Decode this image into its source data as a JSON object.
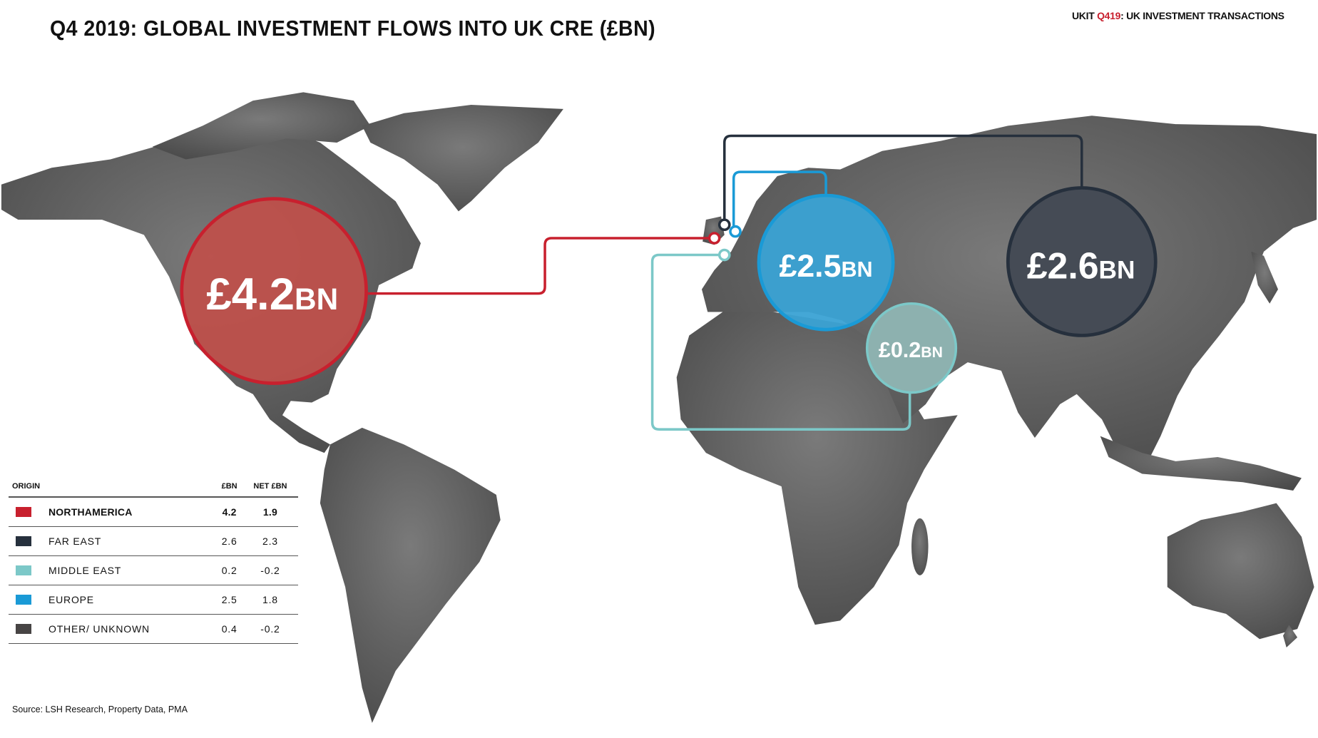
{
  "header": {
    "title": "Q4 2019: GLOBAL INVESTMENT FLOWS INTO UK CRE (£BN)",
    "report_prefix": "UKIT ",
    "report_quarter": "Q419",
    "report_suffix": ": UK INVESTMENT TRANSACTIONS"
  },
  "bubbles": [
    {
      "region": "North America",
      "amount": "£4.2",
      "unit": "BN",
      "color": "#c8202e"
    },
    {
      "region": "Europe",
      "amount": "£2.5",
      "unit": "BN",
      "color": "#1a9ad6"
    },
    {
      "region": "Middle East",
      "amount": "£0.2",
      "unit": "BN",
      "color": "#7cc8c8"
    },
    {
      "region": "Far East",
      "amount": "£2.6",
      "unit": "BN",
      "color": "#26303d"
    }
  ],
  "legend": {
    "headers": {
      "origin": "ORIGIN",
      "bn": "£BN",
      "net": "NET £BN"
    },
    "rows": [
      {
        "origin": "NORTHAMERICA",
        "bn": "4.2",
        "net": "1.9",
        "color": "#c8202e"
      },
      {
        "origin": "FAR EAST",
        "bn": "2.6",
        "net": "2.3",
        "color": "#26303d"
      },
      {
        "origin": "MIDDLE EAST",
        "bn": "0.2",
        "net": "-0.2",
        "color": "#7cc8c8"
      },
      {
        "origin": "EUROPE",
        "bn": "2.5",
        "net": "1.8",
        "color": "#1a9ad6"
      },
      {
        "origin": "OTHER/ UNKNOWN",
        "bn": "0.4",
        "net": "-0.2",
        "color": "#474444"
      }
    ]
  },
  "source": "Source: LSH Research, Property Data, PMA"
}
